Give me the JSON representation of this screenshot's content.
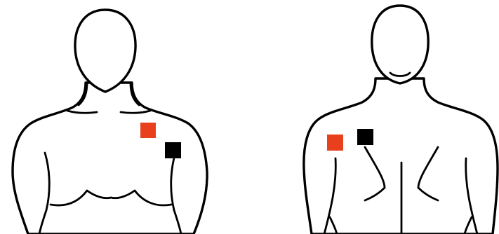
{
  "figure": {
    "views": [
      {
        "id": "front",
        "description_visible": false
      },
      {
        "id": "back",
        "description_visible": false
      }
    ],
    "electrodes": {
      "front": [
        {
          "color": "#e8401c",
          "role": "electrode-red"
        },
        {
          "color": "#000000",
          "role": "electrode-black"
        }
      ],
      "back": [
        {
          "color": "#e8401c",
          "role": "electrode-red"
        },
        {
          "color": "#000000",
          "role": "electrode-black"
        }
      ]
    },
    "colors": {
      "outline": "#000000",
      "background": "#ffffff",
      "red_pad": "#e8401c",
      "black_pad": "#000000"
    }
  }
}
